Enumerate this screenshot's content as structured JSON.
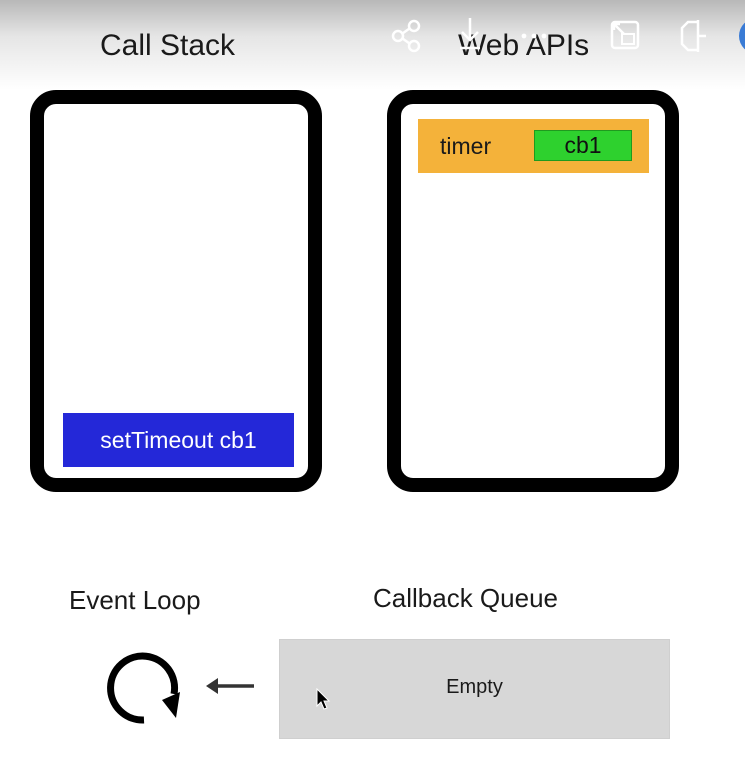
{
  "call_stack": {
    "title": "Call Stack",
    "frames": [
      "setTimeout cb1"
    ]
  },
  "web_apis": {
    "title": "Web APIs",
    "entries": [
      {
        "name": "timer",
        "callback": "cb1"
      }
    ]
  },
  "event_loop": {
    "label": "Event Loop",
    "icon": "refresh-loop-icon",
    "arrow_icon": "arrow-left-icon"
  },
  "callback_queue": {
    "label": "Callback Queue",
    "status_text": "Empty"
  },
  "toolbar": {
    "icons": [
      "share-icon",
      "download-icon",
      "more-icon",
      "picture-in-picture-icon",
      "expand-icon"
    ]
  },
  "colors": {
    "stack_frame": "#2428d8",
    "timer_bg": "#f4b23a",
    "callback_bg": "#2ed12e",
    "queue_bg": "#d7d7d7"
  }
}
